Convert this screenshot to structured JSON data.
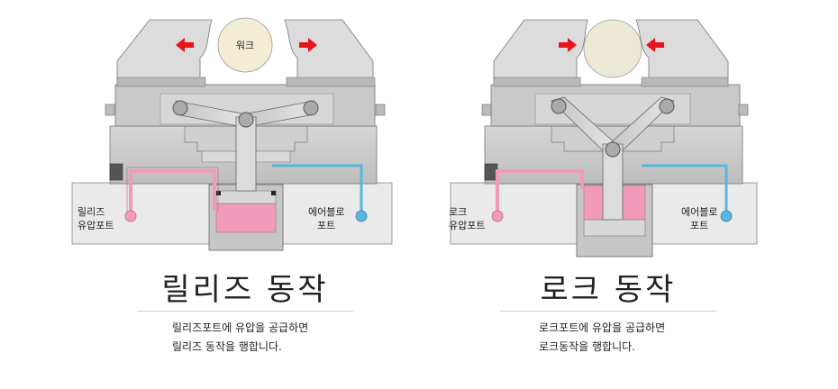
{
  "release": {
    "work_label": "워크",
    "left_port": [
      "릴리즈",
      "유압포트"
    ],
    "right_port": [
      "에어블로",
      "포트"
    ],
    "title": "릴리즈 동작",
    "desc": [
      "릴리즈포트에 유압을 공급하면",
      "릴리즈 동작을 행합니다."
    ]
  },
  "lock": {
    "left_port": [
      "로크",
      "유압포트"
    ],
    "right_port": [
      "에어블로",
      "포트"
    ],
    "title": "로크 동작",
    "desc": [
      "로크포트에 유압을 공급하면",
      "로크동작을 행합니다."
    ]
  },
  "colors": {
    "hydraulic": "#f29ab9",
    "air": "#5ab4e0",
    "arrow": "#e8141c",
    "body_light": "#e8e8e8",
    "body_mid": "#c8c8c8",
    "body_dark": "#8a8a8a",
    "work_release": "#f3edd6",
    "work_lock": "#ece9d6"
  }
}
